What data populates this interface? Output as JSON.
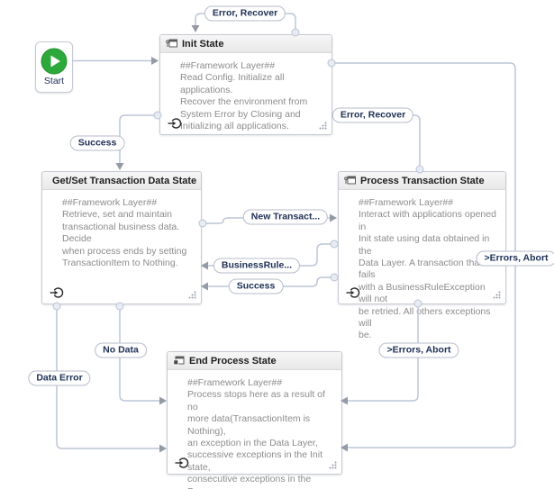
{
  "start_node": {
    "label": "Start",
    "icon": "play-icon"
  },
  "states": {
    "init": {
      "title": "Init State",
      "body": "##Framework Layer##\nRead Config. Initialize all applications.\nRecover the environment from\nSystem Error by Closing and\nInitializing all applications."
    },
    "getset": {
      "title": "Get/Set Transaction Data State",
      "body": "##Framework Layer##\nRetrieve, set and maintain\ntransactional business data. Decide\nwhen process ends by setting\nTransactionItem to Nothing."
    },
    "process": {
      "title": "Process Transaction State",
      "body": "##Framework Layer##\nInteract with applications opened in\nInit state using data obtained in the\nData Layer. A transaction that fails\nwith a BusinessRuleException will not\nbe retried. All others exceptions will\nbe."
    },
    "end": {
      "title": "End Process State",
      "body": "##Framework Layer##\nProcess stops here as a result of no\nmore data(TransactionItem is Nothing),\nan exception in the Data Layer,\nsuccessive exceptions in the Init state,\nconsecutive exceptions in the Process\nstate."
    }
  },
  "transitions": {
    "init_self": {
      "label": "Error, Recover"
    },
    "init_to_getset": {
      "label": "Success"
    },
    "process_to_init": {
      "label": "Error, Recover"
    },
    "getset_to_process": {
      "label": "New Transact..."
    },
    "process_to_getset_business": {
      "label": "BusinessRule..."
    },
    "process_to_getset_success": {
      "label": "Success"
    },
    "getset_to_end_nodata": {
      "label": "No Data"
    },
    "getset_to_end_dataerror": {
      "label": "Data Error"
    },
    "process_to_end": {
      "label": ">Errors, Abort"
    },
    "init_to_end": {
      "label": ">Errors, Abort"
    }
  },
  "colors": {
    "connector": "#bcc5d8",
    "arrow": "#949aa6",
    "pill_text": "#1c2f55",
    "start_green": "#2ca93a",
    "body_text": "#8c8c8c"
  }
}
